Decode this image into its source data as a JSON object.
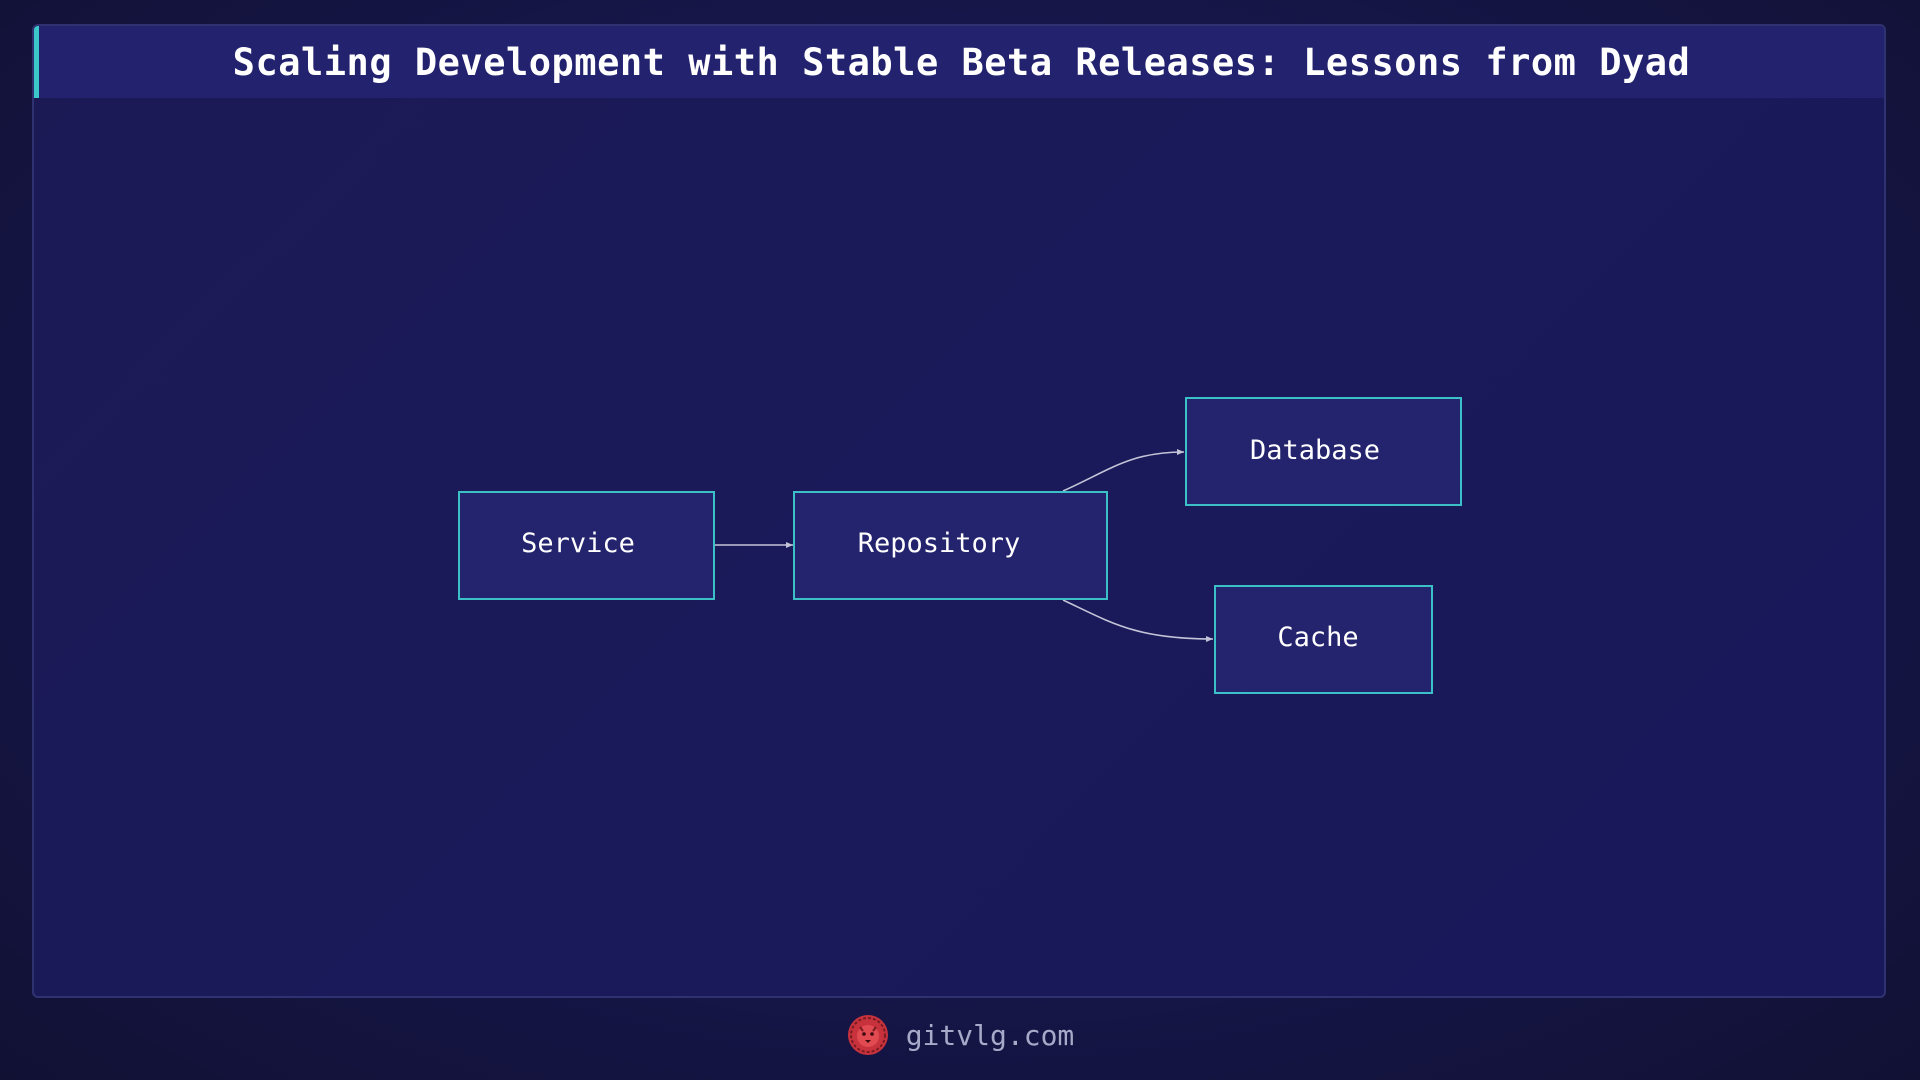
{
  "title": "Scaling Development with Stable Beta Releases: Lessons from Dyad",
  "diagram": {
    "nodes": [
      {
        "id": "service",
        "label": "Service"
      },
      {
        "id": "repository",
        "label": "Repository"
      },
      {
        "id": "database",
        "label": "Database"
      },
      {
        "id": "cache",
        "label": "Cache"
      }
    ],
    "edges": [
      {
        "from": "service",
        "to": "repository"
      },
      {
        "from": "repository",
        "to": "database"
      },
      {
        "from": "repository",
        "to": "cache"
      }
    ]
  },
  "footer": {
    "site": "gitvlg.com",
    "logo_icon": "lion-head-icon"
  },
  "colors": {
    "background": "#16164a",
    "node_fill": "#23236e",
    "node_border": "#3cc0c8",
    "accent": "#3cc8c8",
    "logo": "#c8323c"
  }
}
